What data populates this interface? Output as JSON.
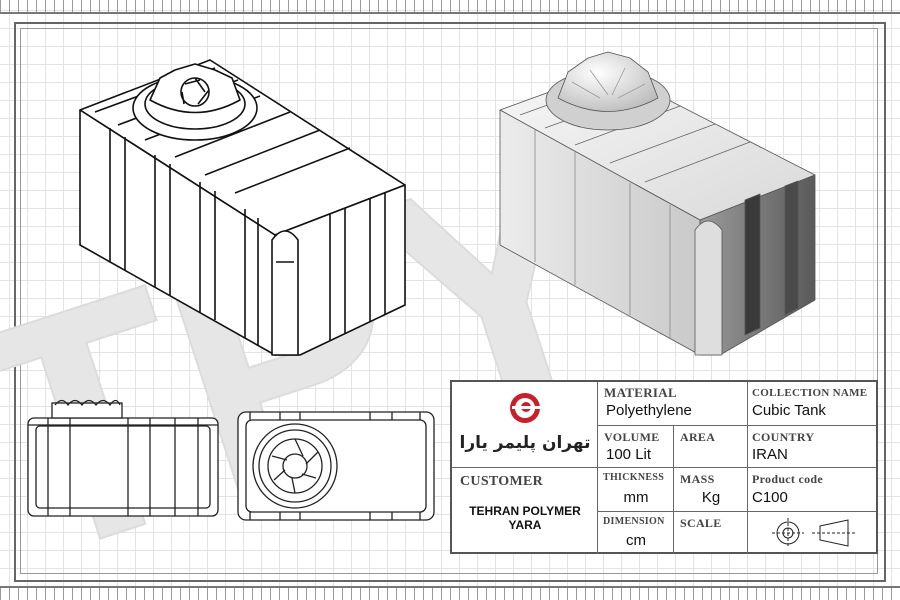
{
  "watermark": {
    "text": "TPY",
    "color": "#e6e6e6"
  },
  "views": {
    "isometric_line": {
      "label": "isometric-line-drawing"
    },
    "isometric_render": {
      "label": "isometric-rendered-view"
    },
    "side_elevation": {
      "label": "side-elevation-view"
    },
    "top_plan": {
      "label": "top-plan-view"
    }
  },
  "logo": {
    "brand_text": "تهران پلیمر یارا",
    "accent_color": "#c8202a"
  },
  "title_block": {
    "material_label": "MATERIAL",
    "material_value": "Polyethylene",
    "collection_label": "COLLECTION NAME",
    "collection_value": "Cubic Tank",
    "volume_label": "VOLUME",
    "volume_value": "100 Lit",
    "area_label": "AREA",
    "area_value": "",
    "country_label": "COUNTRY",
    "country_value": "IRAN",
    "customer_label": "CUSTOMER",
    "customer_value_line1": "TEHRAN POLYMER",
    "customer_value_line2": "YARA",
    "thickness_label": "THICKNESS",
    "thickness_value": "mm",
    "mass_label": "MASS",
    "mass_value": "Kg",
    "product_code_label": "Product code",
    "product_code_value": "C100",
    "dimension_label": "DIMENSION",
    "dimension_value": "cm",
    "scale_label": "SCALE",
    "scale_value": "",
    "projection_symbol": "first-angle-projection-icon"
  }
}
